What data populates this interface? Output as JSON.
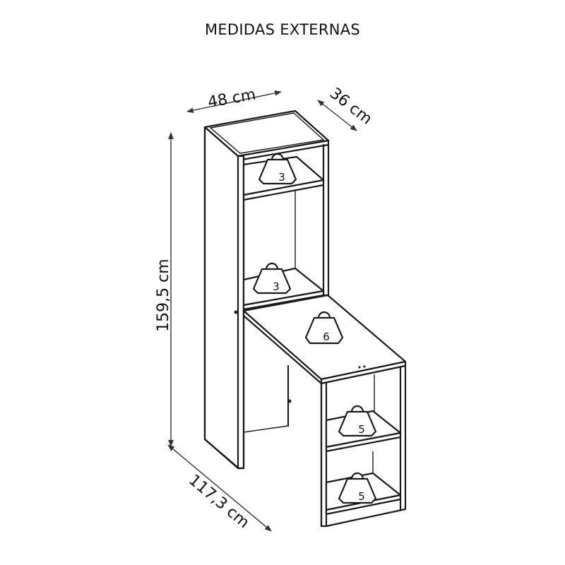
{
  "title": "MEDIDAS EXTERNAS",
  "dimensions": {
    "width": "48 cm",
    "depth": "36 cm",
    "height": "159,5 cm",
    "length": "117,3 cm"
  },
  "weights": {
    "upper_shelf": "3",
    "middle_shelf": "3",
    "table_top": "6",
    "lower_shelf": "5",
    "bottom_shelf": "5"
  }
}
